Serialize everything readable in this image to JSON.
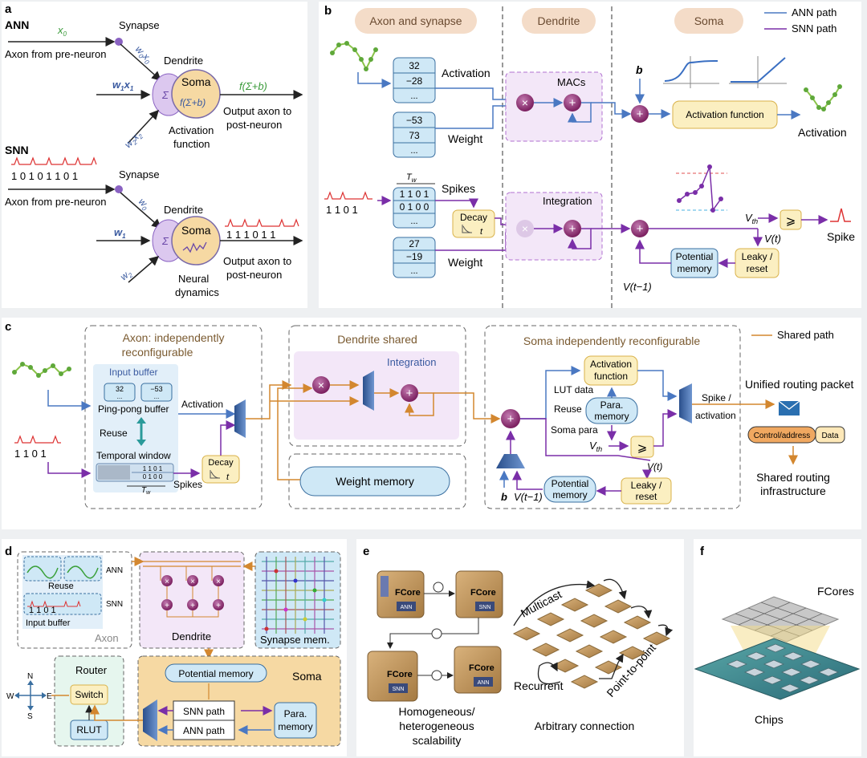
{
  "colors": {
    "ann": "#4a78c2",
    "snn": "#7a2ea8",
    "shared": "#d3872f",
    "soma": "#f6d9a3",
    "dendrite": "#e9d6f3",
    "memory": "#cfe8f6",
    "bg": "#eef0f2"
  },
  "panel_a": {
    "label": "a",
    "ann": {
      "title": "ANN",
      "x0": "x",
      "x0_sub": "0",
      "synapse": "Synapse",
      "w0x0": "w",
      "w0x0_sub": "0",
      "w0x0_b": "x",
      "w0x0_b_sub": "0",
      "axon": "Axon from pre-neuron",
      "dendrite": "Dendrite",
      "soma": "Soma",
      "fsb": "f(Σ+b)",
      "sigma": "Σ",
      "w1x1": "w",
      "w1x1_sub": "1",
      "w1x1_b": "x",
      "w1x1_b_sub": "1",
      "out_fn": "f(Σ+b)",
      "out1": "Output axon to",
      "out2": "post-neuron",
      "act1": "Activation",
      "act2": "function",
      "w2x2": "w",
      "w2x2_sub": "2",
      "w2x2_b": "x",
      "w2x2_b_sub": "2"
    },
    "snn": {
      "title": "SNN",
      "bits": "1 0 1 0 1 1 0 1",
      "synapse": "Synapse",
      "axon": "Axon from pre-neuron",
      "w0": "w",
      "w0_sub": "0",
      "dendrite": "Dendrite",
      "soma": "Soma",
      "sigma": "Σ",
      "w1": "w",
      "w1_sub": "1",
      "out_bits": "1 1 1 0 1 1",
      "out1": "Output axon to",
      "out2": "post-neuron",
      "w2": "w",
      "w2_sub": "2",
      "nd1": "Neural",
      "nd2": "dynamics"
    }
  },
  "panel_b": {
    "label": "b",
    "hdr_axon": "Axon and synapse",
    "hdr_dendrite": "Dendrite",
    "hdr_soma": "Soma",
    "legend_ann": "ANN path",
    "legend_snn": "SNN path",
    "act_vals": [
      "32",
      "−28",
      "..."
    ],
    "activation": "Activation",
    "weight_vals": [
      "−53",
      "73",
      "..."
    ],
    "weight": "Weight",
    "macs": "MACs",
    "b": "b",
    "act_fn": "Activation function",
    "activation_out": "Activation",
    "tw": "T",
    "tw_sub": "w",
    "spike_rows": [
      "1 1 0 1",
      "0 1 0 0",
      "..."
    ],
    "spikes": "Spikes",
    "in_bits": "1  1  0  1",
    "decay": "Decay",
    "t": "t",
    "integration": "Integration",
    "weight2_vals": [
      "27",
      "−19",
      "..."
    ],
    "weight2": "Weight",
    "vth": "V",
    "vth_sub": "th",
    "geq": "⩾",
    "vt": "V(t)",
    "spike": "Spike",
    "leaky1": "Leaky /",
    "leaky2": "reset",
    "pot1": "Potential",
    "pot2": "memory",
    "vt1": "V(t−1)"
  },
  "panel_c": {
    "label": "c",
    "axon1": "Axon: independently",
    "axon2": "reconfigurable",
    "input_buffer": "Input buffer",
    "pp_vals": [
      "32",
      "−53"
    ],
    "pp_dots": "...",
    "pingpong": "Ping-pong buffer",
    "reuse": "Reuse",
    "temporal": "Temporal window",
    "tw_rows": [
      "1 1 0 1",
      "0 1 0 0"
    ],
    "tw": "T",
    "tw_sub": "w",
    "in_bits": "1  1  0  1",
    "spikes": "Spikes",
    "decay": "Decay",
    "t": "t",
    "activation": "Activation",
    "dendrite_shared": "Dendrite shared",
    "integration": "Integration",
    "weight_memory": "Weight memory",
    "soma_title": "Soma independently reconfigurable",
    "act_fn1": "Activation",
    "act_fn2": "function",
    "lut": "LUT data",
    "para1": "Para.",
    "para2": "memory",
    "soma_para": "Soma para",
    "vth": "V",
    "vth_sub": "th",
    "geq": "⩾",
    "vt": "V(t)",
    "leaky1": "Leaky /",
    "leaky2": "reset",
    "pot1": "Potential",
    "pot2": "memory",
    "b": "b",
    "vt1": "V(t−1)",
    "spike_act1": "Spike /",
    "spike_act2": "activation",
    "shared_path": "Shared path",
    "urp": "Unified routing packet",
    "ctrl": "Control/address",
    "data": "Data",
    "sri1": "Shared routing",
    "sri2": "infrastructure"
  },
  "panel_d": {
    "label": "d",
    "ann": "ANN",
    "reuse": "Reuse",
    "snn": "SNN",
    "in_bits": "1  1  0  1",
    "input_buffer": "Input buffer",
    "axon": "Axon",
    "dendrite": "Dendrite",
    "synapse_mem": "Synapse mem.",
    "router": "Router",
    "switch": "Switch",
    "rlut": "RLUT",
    "n": "N",
    "s": "S",
    "w": "W",
    "e": "E",
    "soma": "Soma",
    "potential_memory": "Potential memory",
    "snn_path": "SNN path",
    "ann_path": "ANN path",
    "para1": "Para.",
    "para2": "memory"
  },
  "panel_e": {
    "label": "e",
    "fcore": "FCore",
    "ann": "ANN",
    "snn": "SNN",
    "multicast": "Multicast",
    "recurrent": "Recurrent",
    "p2p": "Point-to-point",
    "hom1": "Homogeneous/",
    "hom2": "heterogeneous",
    "hom3": "scalability",
    "arbitrary": "Arbitrary connection"
  },
  "panel_f": {
    "label": "f",
    "fcores": "FCores",
    "chips": "Chips"
  }
}
